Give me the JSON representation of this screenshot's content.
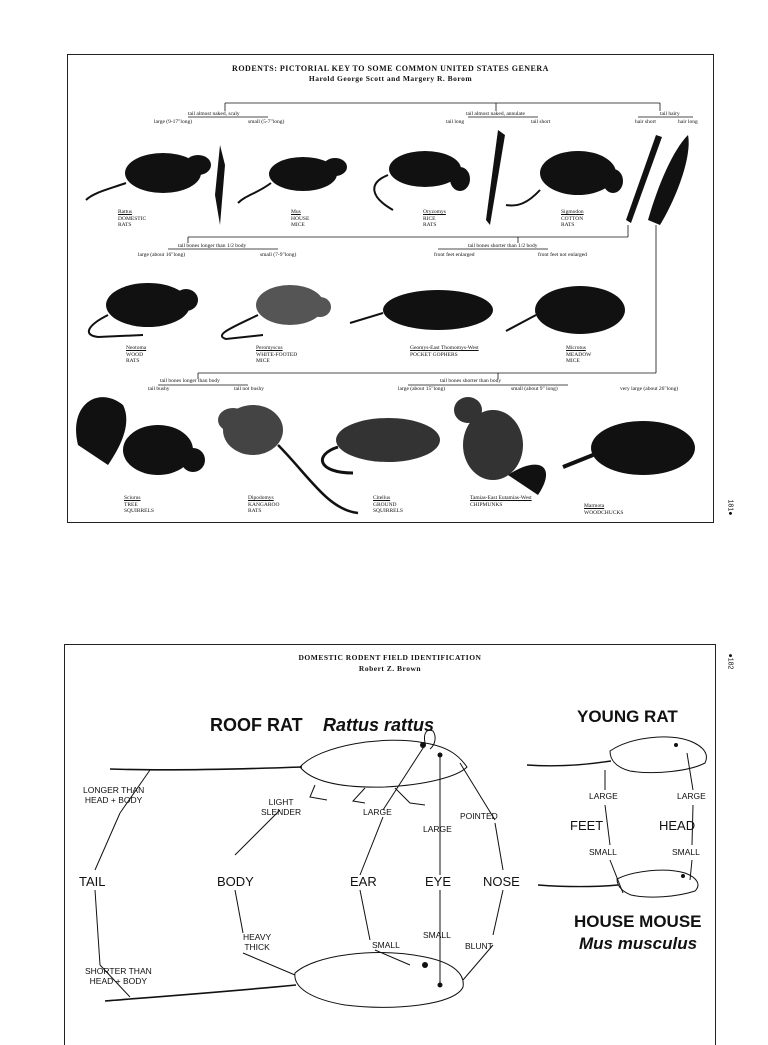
{
  "page_numbers": {
    "top": "181●",
    "bottom": "●182"
  },
  "key_panel": {
    "title": "RODENTS: PICTORIAL KEY TO SOME COMMON UNITED STATES GENERA",
    "authors": "Harold George Scott and Margery R. Borom",
    "row1_keys": {
      "tail_naked_scaly": "tail almost naked, scaly",
      "large_9_17": "large (9-17\"long)",
      "small_5_7": "small (5-7\"long)",
      "tail_naked_annulate": "tail almost naked, annulate",
      "tail_long": "tail long",
      "tail_short": "tail short",
      "tail_hairy": "tail hairy",
      "hair_short": "hair short",
      "hair_long": "hair long"
    },
    "row2_keys": {
      "tail_bones_longer": "tail bones longer than 1/2 body",
      "large_16": "large (about 16\"long)",
      "small_7_9": "small (7-9\"long)",
      "tail_bones_shorter": "tail bones shorter than 1/2 body",
      "front_feet_enlarged": "front feet enlarged",
      "front_feet_not_enlarged": "front feet not enlarged"
    },
    "row3_keys": {
      "tail_bones_longer_body": "tail bones longer than body",
      "tail_bushy": "tail bushy",
      "tail_not_bushy": "tail not bushy",
      "tail_bones_shorter_body": "tail bones shorter than body",
      "large_15": "large (about 15\"long)",
      "small_9": "small (about 9\" long)",
      "very_large_26": "very large (about 26\"long)"
    },
    "captions": [
      {
        "genus": "Rattus",
        "common": [
          "DOMESTIC",
          "RATS"
        ]
      },
      {
        "genus": "Mus",
        "common": [
          "HOUSE",
          "MICE"
        ]
      },
      {
        "genus": "Oryzomys",
        "common": [
          "RICE",
          "RATS"
        ]
      },
      {
        "genus": "Sigmodon",
        "common": [
          "COTTON",
          "RATS"
        ]
      },
      {
        "genus": "Neotoma",
        "common": [
          "WOOD",
          "RATS"
        ]
      },
      {
        "genus": "Peromyscus",
        "common": [
          "WHITE-FOOTED",
          "MICE"
        ]
      },
      {
        "genus": "Geomys-East  Thomomys-West",
        "common": [
          "POCKET GOPHERS"
        ]
      },
      {
        "genus": "Microtus",
        "common": [
          "MEADOW",
          "MICE"
        ]
      },
      {
        "genus": "Sciurus",
        "common": [
          "TREE",
          "SQUIRRELS"
        ]
      },
      {
        "genus": "Dipodomys",
        "common": [
          "KANGAROO",
          "RATS"
        ]
      },
      {
        "genus": "Citellus",
        "common": [
          "GROUND",
          "SQUIRRELS"
        ]
      },
      {
        "genus": "Tamias-East  Eutamias-West",
        "common": [
          "CHIPMUNKS"
        ]
      },
      {
        "genus": "Marmota",
        "common": [
          "WOODCHUCKS"
        ]
      }
    ]
  },
  "field_panel": {
    "title": "DOMESTIC RODENT FIELD IDENTIFICATION",
    "author": "Robert Z. Brown",
    "roof_rat": "ROOF RAT",
    "roof_rat_sci": "Rattus rattus",
    "young_rat": "YOUNG RAT",
    "house_mouse": "HOUSE MOUSE",
    "house_mouse_sci": "Mus musculus",
    "tail": "TAIL",
    "body": "BODY",
    "ear": "EAR",
    "eye": "EYE",
    "nose": "NOSE",
    "feet": "FEET",
    "head": "HEAD",
    "longer_than": "LONGER THAN",
    "head_body": "HEAD + BODY",
    "shorter_than": "SHORTER THAN",
    "light": "LIGHT",
    "slender": "SLENDER",
    "heavy": "HEAVY",
    "thick": "THICK",
    "large": "LARGE",
    "small": "SMALL",
    "pointed": "POINTED",
    "blunt": "BLUNT"
  }
}
